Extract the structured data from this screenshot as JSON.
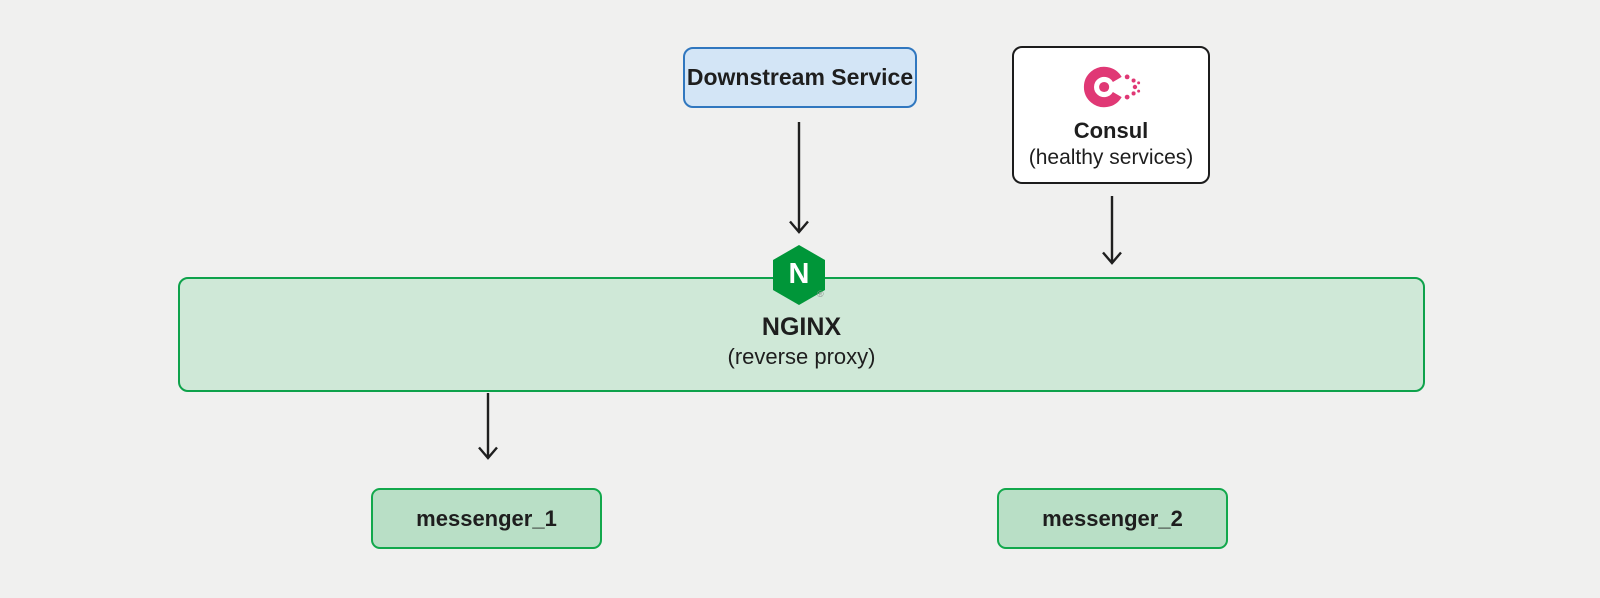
{
  "diagram": {
    "background_color": "#f0f0ef",
    "arrow_color": "#1f1f1f",
    "nodes": {
      "downstream": {
        "label": "Downstream Service",
        "fill_color": "#d3e5f6",
        "border_color": "#3077bf"
      },
      "consul": {
        "name": "Consul",
        "subtitle": "(healthy services)",
        "fill_color": "#ffffff",
        "border_color": "#1c1c1c",
        "brand_color": "#e03875",
        "logo_icon": "consul-logo-icon"
      },
      "nginx": {
        "name": "NGINX",
        "subtitle": "(reverse proxy)",
        "logo_letter": "N",
        "registered_mark": "®",
        "fill_color": "#cfe8d7",
        "border_color": "#0ea24b",
        "brand_color": "#009639",
        "logo_icon": "nginx-hexagon-icon"
      },
      "messenger_1": {
        "label": "messenger_1",
        "fill_color": "#b9dfc6",
        "border_color": "#12a84c"
      },
      "messenger_2": {
        "label": "messenger_2",
        "fill_color": "#b9dfc6",
        "border_color": "#12a84c"
      }
    },
    "connections": [
      {
        "from": "Downstream Service",
        "to": "NGINX"
      },
      {
        "from": "Consul (healthy services)",
        "to": "NGINX"
      },
      {
        "from": "NGINX",
        "to": "messenger_1"
      }
    ]
  }
}
